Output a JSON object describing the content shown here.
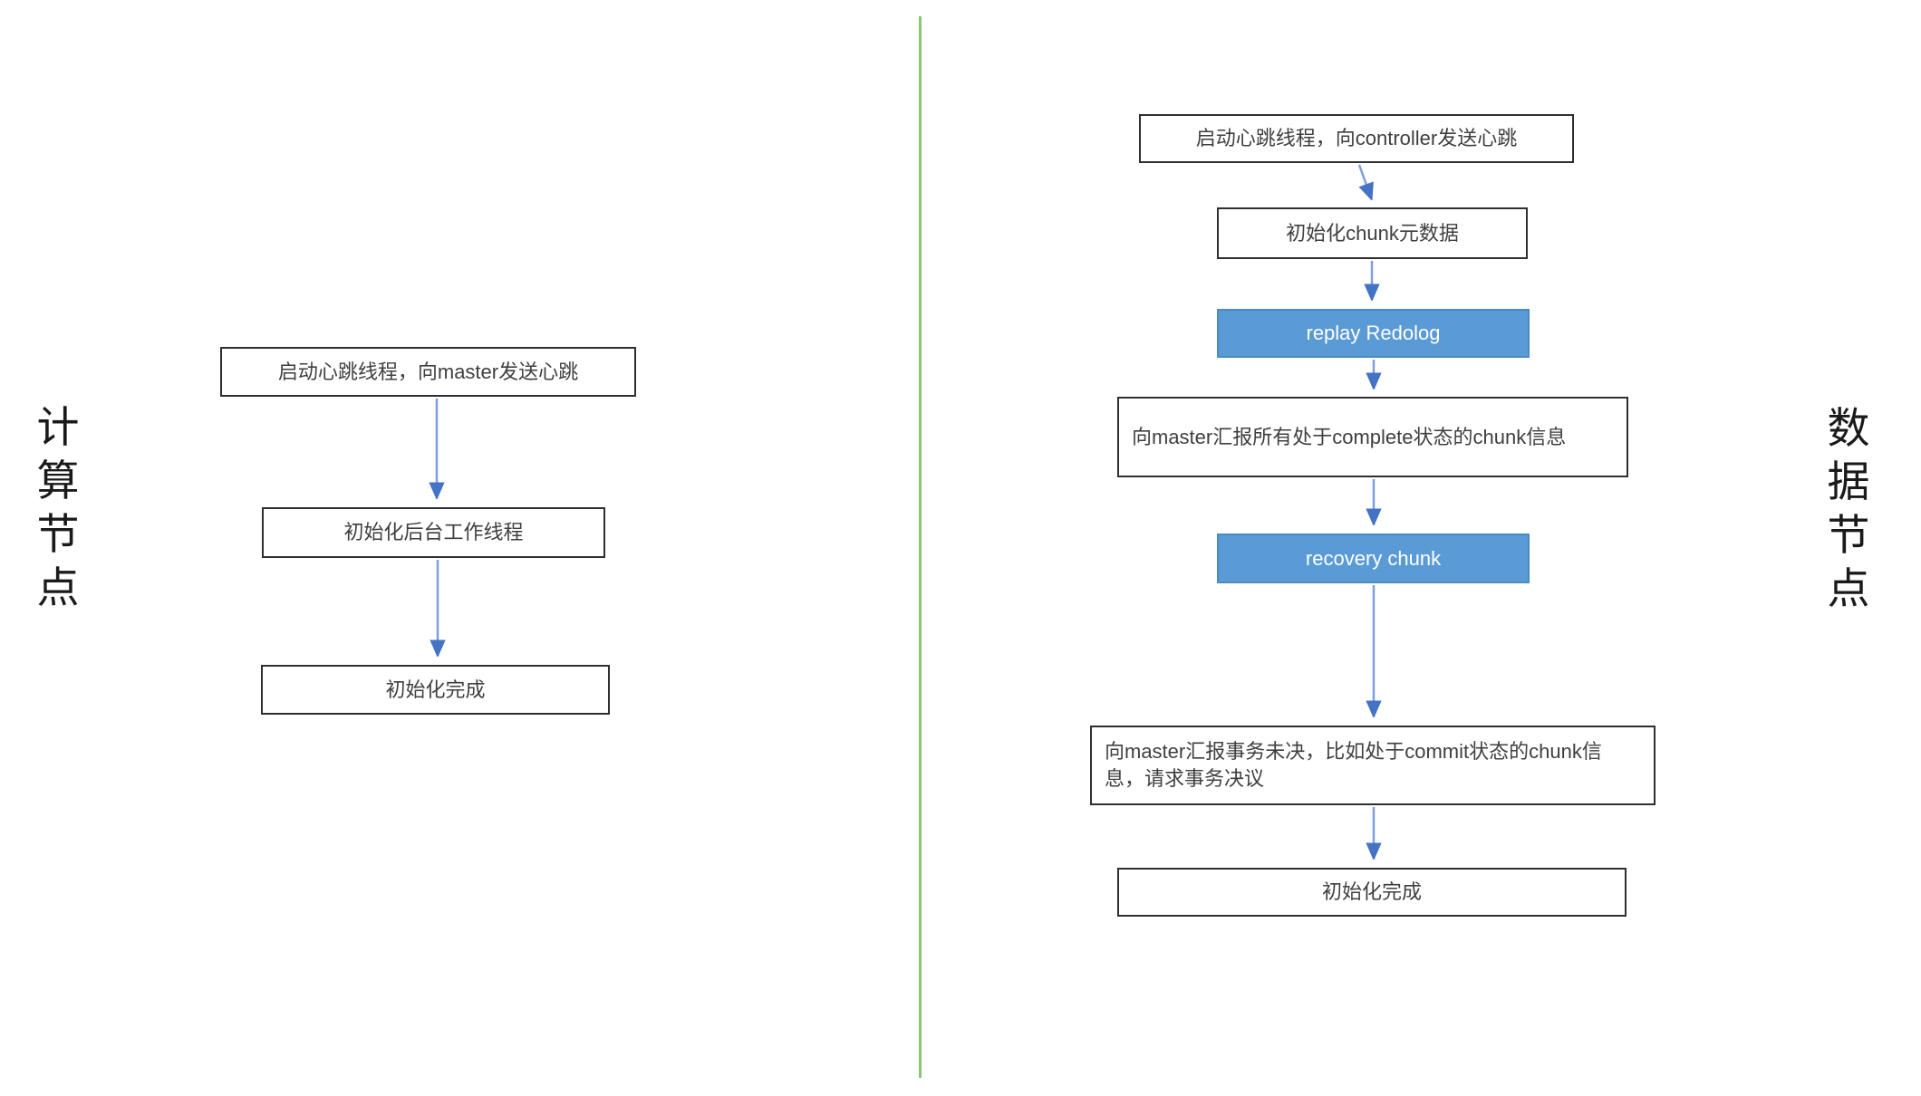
{
  "diagram": {
    "left_section": {
      "title": "计算节点",
      "nodes": [
        {
          "label": "启动心跳线程，向master发送心跳",
          "style": "plain"
        },
        {
          "label": "初始化后台工作线程",
          "style": "plain"
        },
        {
          "label": "初始化完成",
          "style": "plain"
        }
      ]
    },
    "right_section": {
      "title": "数据节点",
      "nodes": [
        {
          "label": "启动心跳线程，向controller发送心跳",
          "style": "plain"
        },
        {
          "label": "初始化chunk元数据",
          "style": "plain"
        },
        {
          "label": "replay Redolog",
          "style": "blue"
        },
        {
          "label": "向master汇报所有处于complete状态的chunk信息",
          "style": "plain"
        },
        {
          "label": "recovery chunk",
          "style": "blue"
        },
        {
          "label": "向master汇报事务未决，比如处于commit状态的chunk信息，请求事务决议",
          "style": "plain"
        },
        {
          "label": "初始化完成",
          "style": "plain"
        }
      ]
    },
    "colors": {
      "divider_green": "#8cc672",
      "blue_fill": "#5b9bd5",
      "blue_border": "#4a8bc6",
      "box_border": "#2f2f2f",
      "arrow_line": "#7e9fdb",
      "arrow_head": "#4472c4",
      "text": "#3f3f3f"
    }
  }
}
